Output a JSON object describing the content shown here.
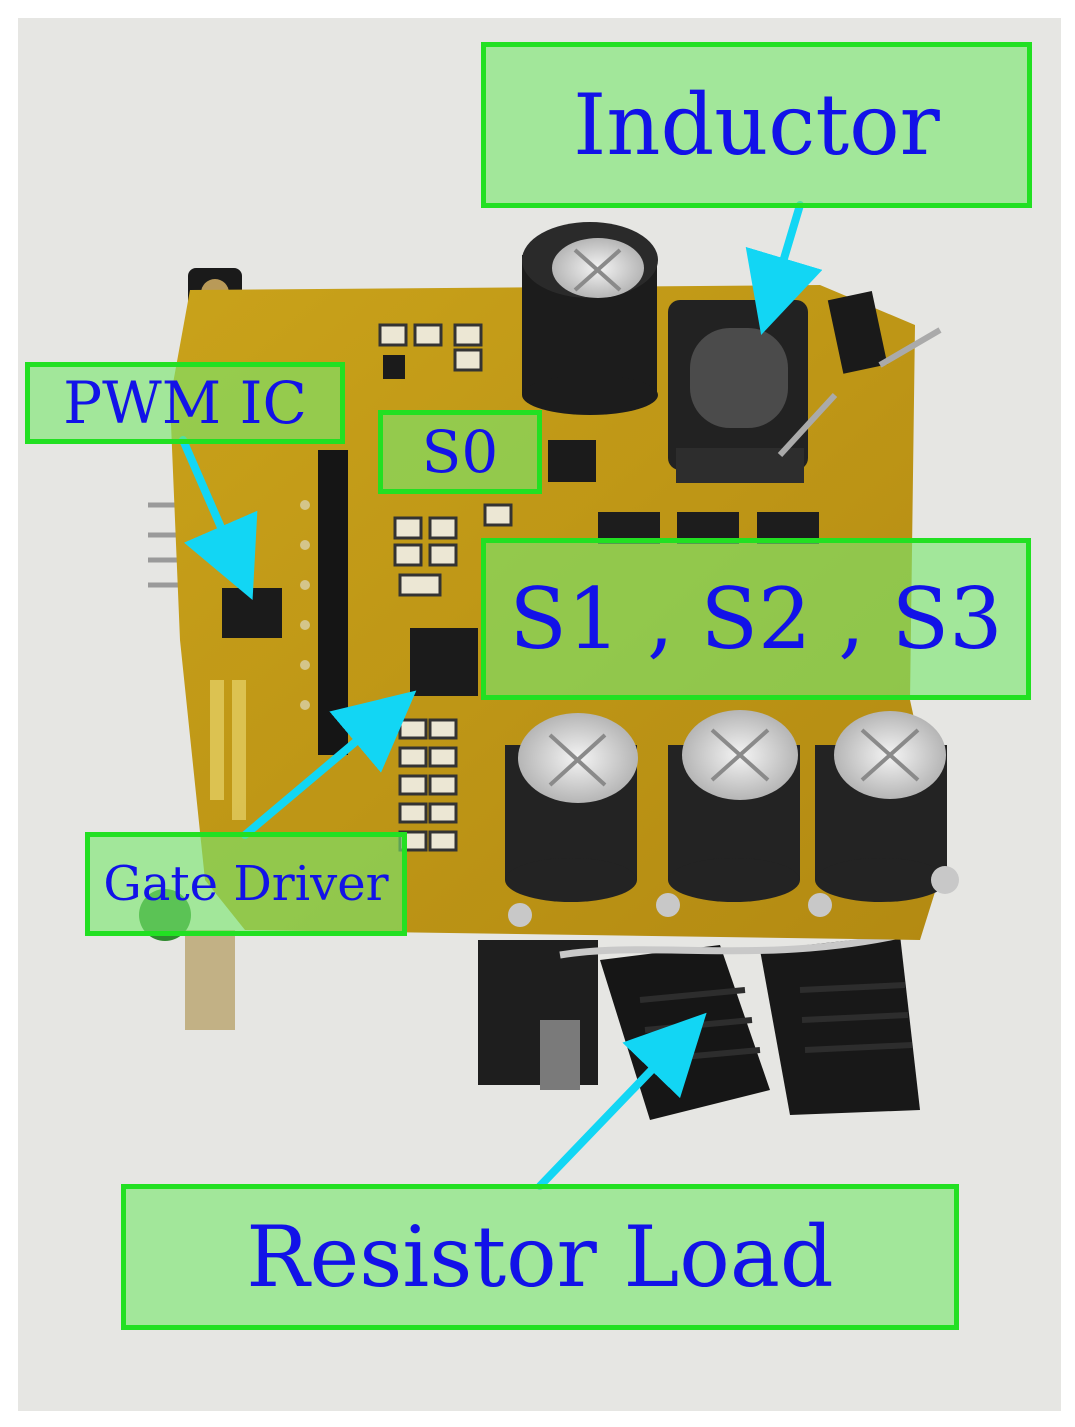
{
  "labels": {
    "inductor": "Inductor",
    "pwm_ic": "PWM IC",
    "s0": "S0",
    "switches": "S1 , S2 , S3",
    "gate_driver": "Gate Driver",
    "resistor_load": "Resistor Load"
  },
  "colors": {
    "label_border": "#22e022",
    "label_fill": "#78e66e",
    "label_text": "#1212e8",
    "arrow": "#12d6f4",
    "pcb": "#c9a21a",
    "background": "#e6e6e3"
  }
}
